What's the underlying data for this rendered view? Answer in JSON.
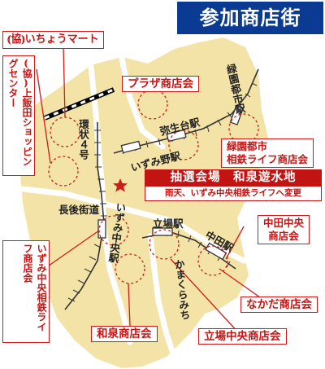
{
  "header": {
    "title": "参加商店街"
  },
  "venue": {
    "name": "抽選会場　和泉遊水地",
    "note": "雨天、いずみ中央相鉄ライフへ変更"
  },
  "shops": {
    "ichoumart": "⦅協⦆いちょうマート",
    "kamiiida": "⦅協⦆上飯田ショッピングセンター",
    "plaza": "プラザ商店会",
    "ryokuen": "緑園都市\n相鉄ライフ商店会",
    "nakadachuo": "中田中央\n商店会",
    "nakada": "なかだ商店会",
    "tateba": "立場中央商店会",
    "izumi": "和泉商店会",
    "izumichuo_life": "いずみ中央相鉄ライフ商店会"
  },
  "map_labels": {
    "kanjo4": "環状４号",
    "nagoukaido": "長後街道",
    "yayoidai": "弥生台駅",
    "izumino": "いずみ野駅",
    "izumichuo": "いずみ中央駅",
    "tateba_st": "立場駅",
    "nakada_st": "中田駅",
    "ryokuentoshi_st": "緑園都市駅",
    "kamakuramichi": "かまくらみち"
  },
  "colors": {
    "land": "#f3e3a6",
    "road": "#ffffff",
    "accent_red": "#d11a1a",
    "title_bg": "#0b3a93"
  }
}
